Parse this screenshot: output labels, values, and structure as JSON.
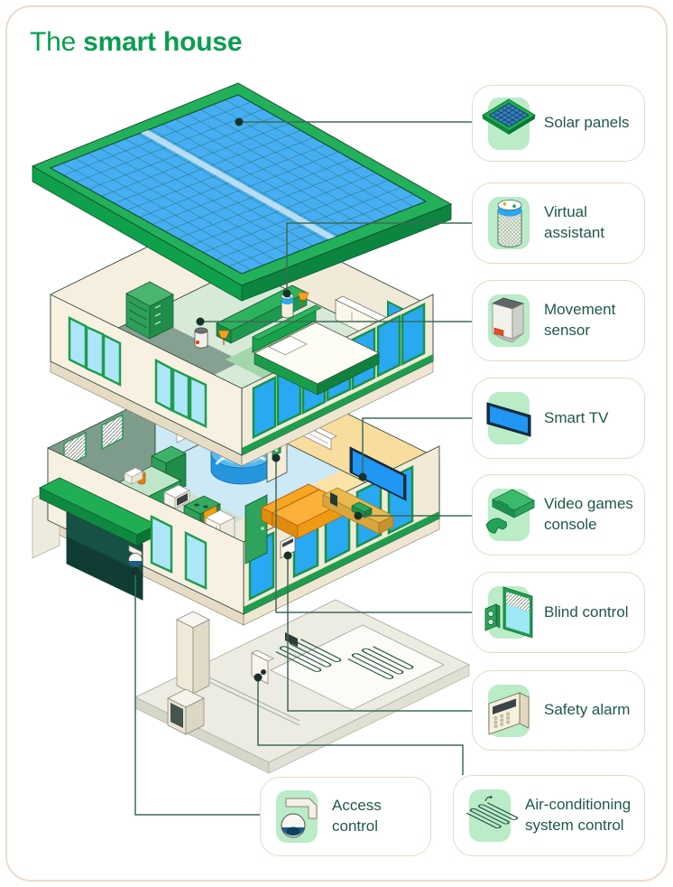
{
  "title": {
    "prefix": "The",
    "emphasis": "smart house"
  },
  "callouts": [
    {
      "id": "solar-panels",
      "label": "Solar panels",
      "icon": "solar-panels-icon"
    },
    {
      "id": "virtual-assistant",
      "label": "Virtual\nassistant",
      "icon": "virtual-assistant-icon"
    },
    {
      "id": "movement-sensor",
      "label": "Movement\nsensor",
      "icon": "movement-sensor-icon"
    },
    {
      "id": "smart-tv",
      "label": "Smart TV",
      "icon": "smart-tv-icon"
    },
    {
      "id": "video-games-console",
      "label": "Video games\nconsole",
      "icon": "video-games-console-icon"
    },
    {
      "id": "blind-control",
      "label": "Blind control",
      "icon": "blind-control-icon"
    },
    {
      "id": "safety-alarm",
      "label": "Safety alarm",
      "icon": "safety-alarm-icon"
    },
    {
      "id": "air-conditioning",
      "label": "Air-conditioning\nsystem control",
      "icon": "air-conditioning-icon"
    },
    {
      "id": "access-control",
      "label": "Access\ncontrol",
      "icon": "access-control-icon"
    }
  ],
  "illustration": {
    "name": "smart-house-exploded-view",
    "visible_parts": [
      "solar panel roof",
      "second floor with bed, dresser, virtual assistant and movement sensor",
      "first floor with kitchen, round shower, living room TV, games console, sofa, garage with awning and dome camera",
      "foundation slab with underfloor heating coils, support column and external air-conditioning unit"
    ]
  },
  "colors": {
    "accent_green": "#0a9d4f",
    "label_text": "#20584b",
    "card_border": "#e9dac6",
    "icon_background": "#b9ecc7",
    "leader_line": "#3f6a58",
    "solar_panel_blue": "#46aef2",
    "window_blue": "#29a9f2",
    "wall_cream": "#f8f1e2",
    "living_room_yellow": "#fbe3a7",
    "sofa_orange": "#f6a623"
  }
}
